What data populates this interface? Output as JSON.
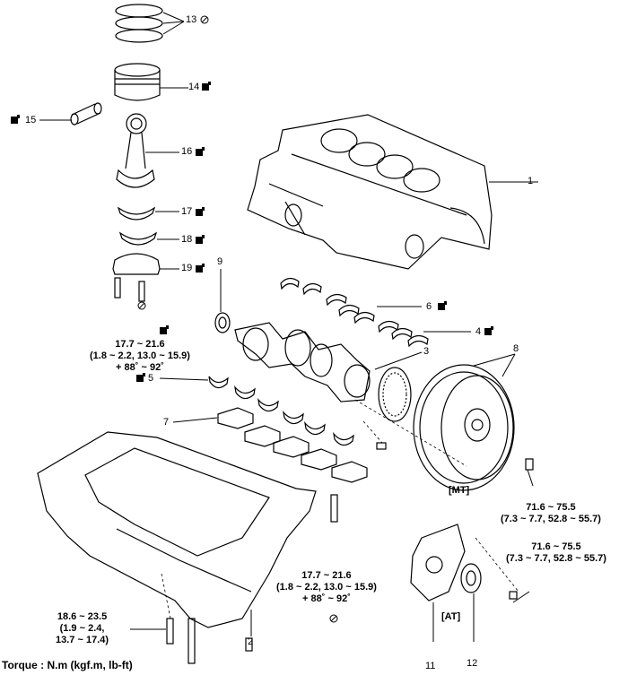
{
  "callouts": {
    "c1": "1",
    "c2": "2",
    "c3": "3",
    "c4": "4",
    "c5": "5",
    "c6": "6",
    "c7": "7",
    "c8": "8",
    "c9": "9",
    "c11": "11",
    "c12": "12",
    "c13": "13",
    "c14": "14",
    "c15": "15",
    "c16": "16",
    "c17": "17",
    "c18": "18",
    "c19": "19"
  },
  "torques": {
    "conrod": [
      "17.7 ~ 21.6",
      "(1.8 ~ 2.2, 13.0 ~ 15.9)",
      "+ 88˚ ~ 92˚"
    ],
    "bearing_cap": [
      "17.7 ~ 21.6",
      "(1.8 ~ 2.2, 13.0 ~ 15.9)",
      "+ 88˚ ~ 92˚"
    ],
    "flywheel_mt": [
      "71.6 ~ 75.5",
      "(7.3 ~ 7.7, 52.8 ~ 55.7)"
    ],
    "drive_plate_at": [
      "71.6 ~ 75.5",
      "(7.3 ~ 7.7, 52.8 ~ 55.7)"
    ],
    "oil_pan": [
      "18.6 ~ 23.5",
      "(1.9 ~ 2.4,",
      "13.7 ~ 17.4)"
    ]
  },
  "tags": {
    "mt": "[MT]",
    "at": "[AT]"
  },
  "footer": "Torque : N.m (kgf.m, lb-ft)"
}
